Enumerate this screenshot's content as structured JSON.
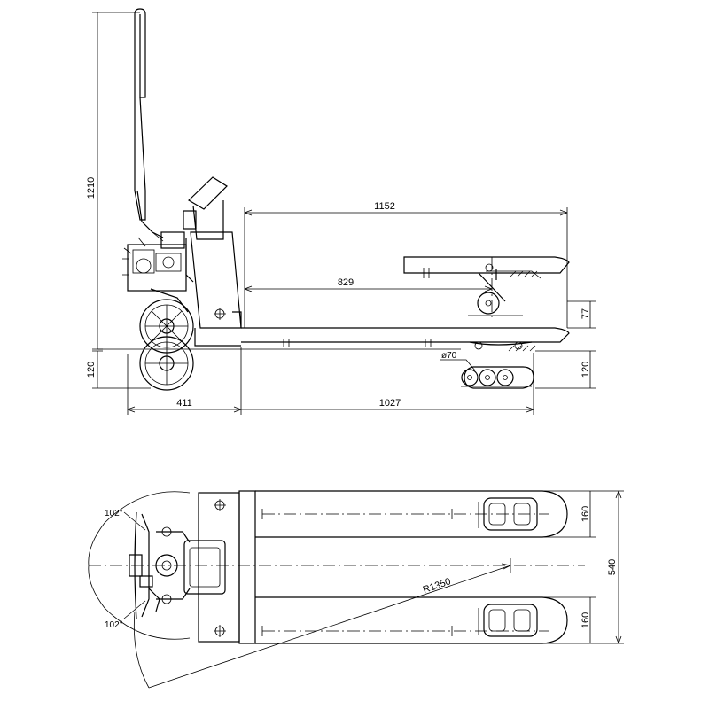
{
  "dimensions": {
    "side_view": {
      "overall_height": "1210",
      "frame_height": "120",
      "handle_offset": "411",
      "fork_length": "1027",
      "platform_length": "1152",
      "fork_reach": "829",
      "lift_height": "77",
      "fork_height": "120",
      "roller_diameter": "ø70"
    },
    "top_view": {
      "steer_angle_top": "102°",
      "steer_angle_bottom": "102°",
      "turning_radius": "R1350",
      "fork_width_top": "160",
      "fork_width_bottom": "160",
      "overall_width": "540"
    }
  }
}
